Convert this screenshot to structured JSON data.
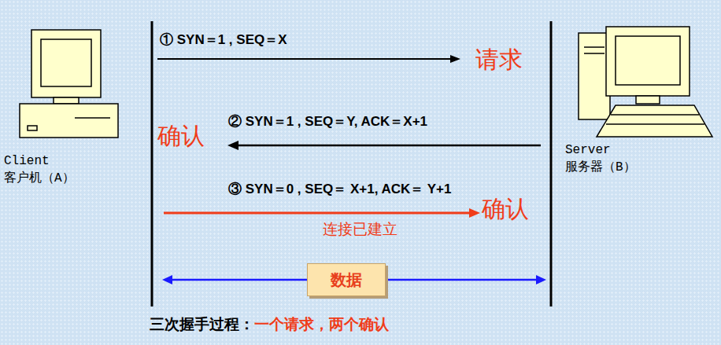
{
  "diagram": {
    "nodes": [
      {
        "text": [
          "数据"
        ]
      }
    ],
    "labels": [
      "① SYN＝1 , SEQ＝X",
      "请求",
      "② SYN＝1 , SEQ＝Y, ACK＝X+1",
      "确认",
      "Client 客户机（A）",
      "Server 服务器（B）",
      "③ SYN＝0 , SEQ＝ X+1, ACK＝ Y+1",
      "确认",
      "连接已建立",
      "三次握手过程：",
      "一个请求，两个确认"
    ]
  }
}
